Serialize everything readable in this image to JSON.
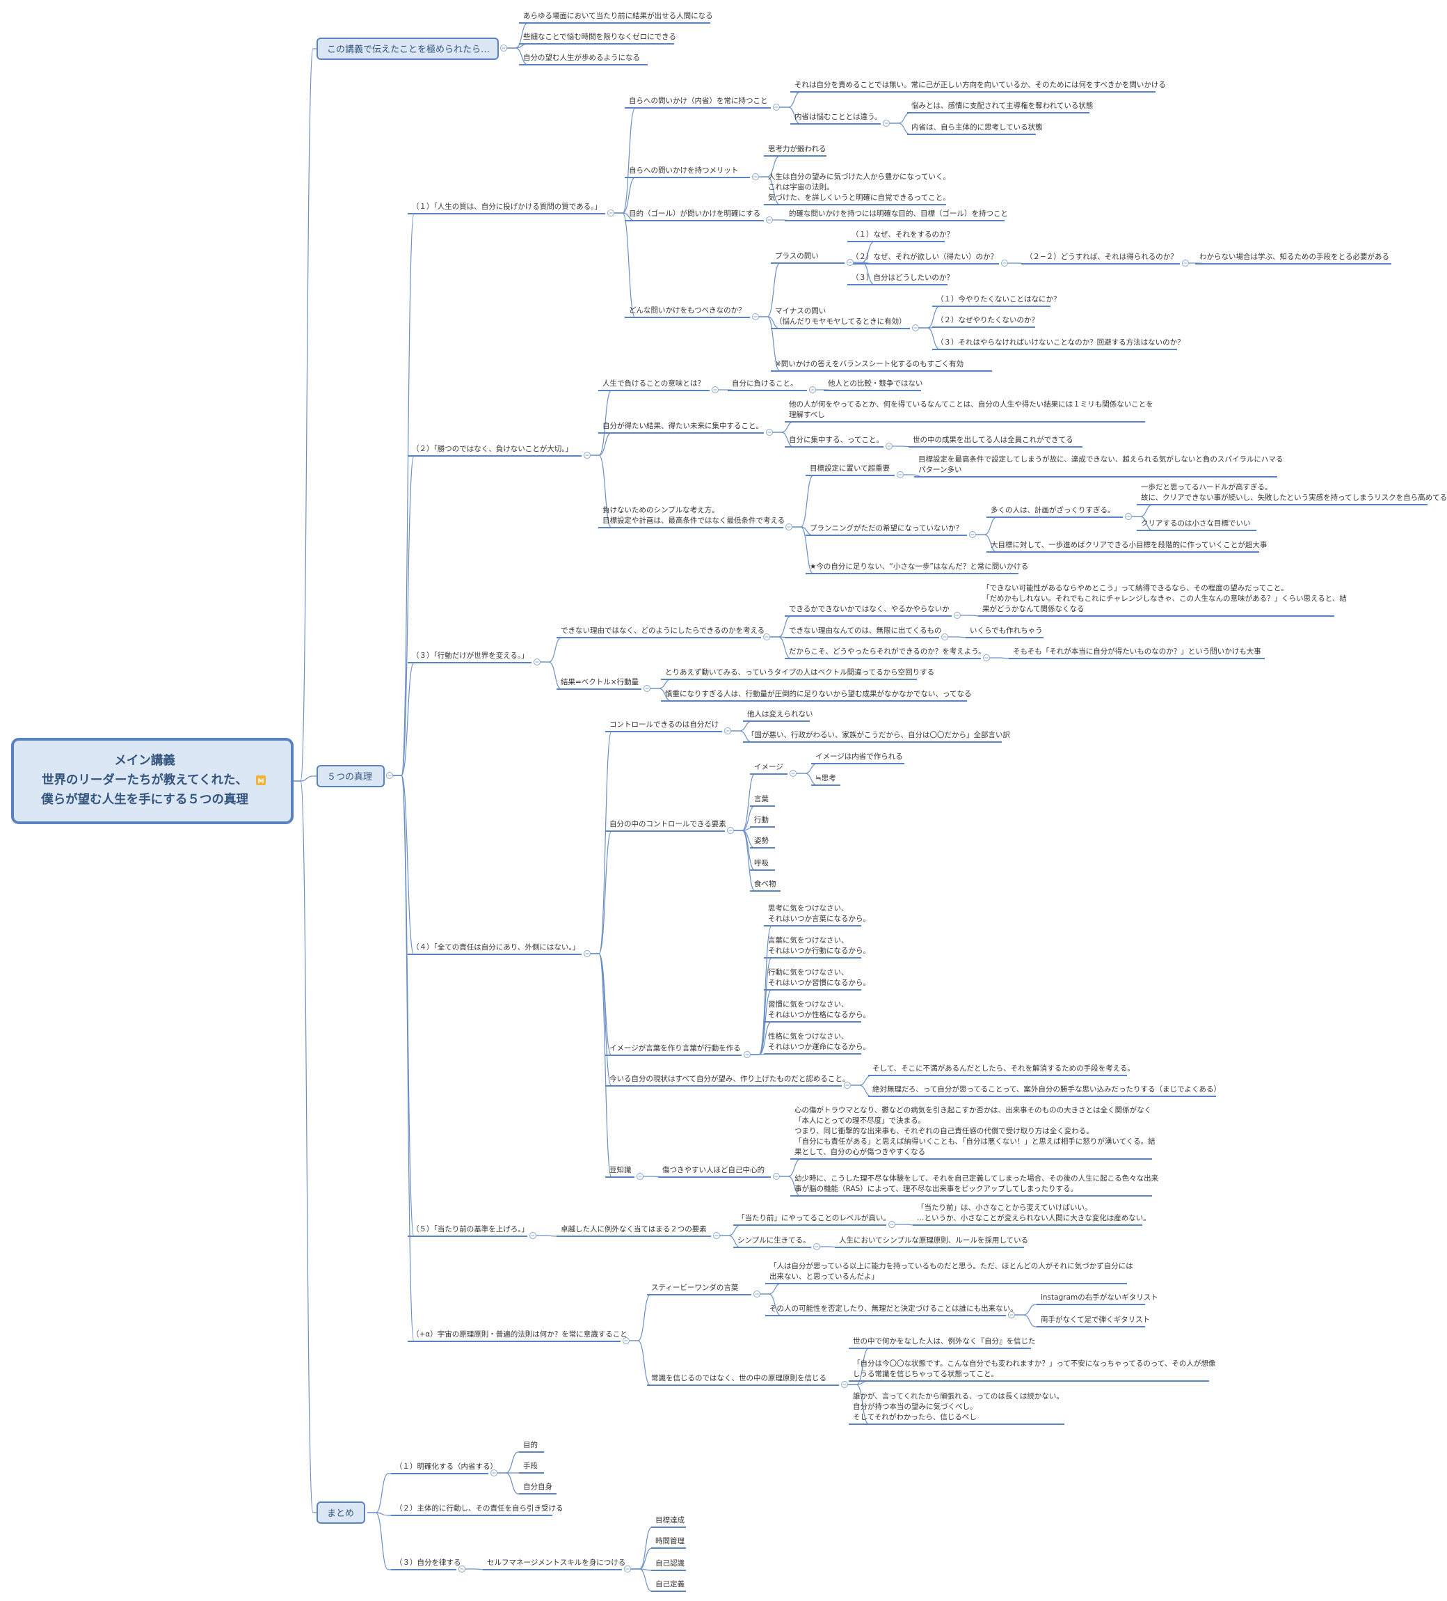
{
  "root": {
    "lines": [
      "メイン講義",
      "世界のリーダーたちが教えてくれた、",
      "僕らが望む人生を手にする５つの真理"
    ],
    "badge": "M"
  },
  "main": {
    "goal": "この講義で伝えたことを極められたら…",
    "truths": "５つの真理",
    "summary": "まとめ"
  },
  "goal_items": [
    "あらゆる場面において当たり前に結果が出せる人間になる",
    "些細なことで悩む時間を限りなくゼロにできる",
    "自分の望む人生が歩めるようになる"
  ],
  "truth1": {
    "title": "（１）「人生の質は、自分に投げかける質問の質である。」",
    "a": "自らへの問いかけ（内省）を常に持つこと",
    "a1": "それは自分を責めることでは無い。常に己が正しい方向を向いているか、そのためには何をすべきかを問いかける",
    "a2": "内省は悩むこととは違う。",
    "a2a": "悩みとは、感情に支配されて主導権を奪われている状態",
    "a2b": "内省は、自ら主体的に思考している状態",
    "b": "自らへの問いかけを持つメリット",
    "b1": "思考力が鍛われる",
    "b2": [
      "人生は自分の望みに気づけた人から豊かになっていく。",
      "これは宇宙の法則。",
      "気づけた、を詳しくいうと明確に自覚できるってこと。"
    ],
    "c": "目的（ゴール）が問いかけを明確にする",
    "c1": "的確な問いかけを持つには明確な目的、目標（ゴール）を持つこと",
    "d": "どんな問いかけをもつべきなのか？",
    "d1": "プラスの問い",
    "d1a": "（１）なぜ、それをするのか？",
    "d1b": "（２）なぜ、それが欲しい（得たい）のか？",
    "d1b1": "（２−２）どうすれば、それは得られるのか？",
    "d1b2": "わからない場合は学ぶ、知るための手段をとる必要がある",
    "d1c": "（３）自分はどうしたいのか？",
    "d2": [
      "マイナスの問い",
      "（悩んだりモヤモヤしてるときに有効）"
    ],
    "d2a": "（１）今やりたくないことはなにか？",
    "d2b": "（２）なぜやりたくないのか？",
    "d2c": "（３）それはやらなければいけないことなのか？回避する方法はないのか？",
    "d3": "※問いかけの答えをバランスシート化するのもすごく有効"
  },
  "truth2": {
    "title": "（２）「勝つのではなく、負けないことが大切。」",
    "a": "人生で負けることの意味とは？",
    "a1": "自分に負けること。",
    "a2": "他人との比較・競争ではない",
    "b": "自分が得たい結果、得たい未来に集中すること。",
    "b1": [
      "他の人が何をやってるとか、何を得ているなんてことは、自分の人生や得たい結果には１ミリも関係ないことを",
      "理解すべし"
    ],
    "b2": "自分に集中する、ってこと。",
    "b2a": "世の中の成果を出してる人は全員これができてる",
    "c": [
      "負けないためのシンプルな考え方。",
      "目標設定や計画は、最高条件ではなく最低条件で考える"
    ],
    "c1": "目標設定に置いて超重要",
    "c1a": [
      "目標設定を最高条件で設定してしまうが故に、達成できない、超えられる気がしないと負のスパイラルにハマる",
      "パターン多い"
    ],
    "c2": "プランニングがただの希望になっていないか？",
    "c2a": "多くの人は、計画がざっくりすぎる。",
    "c2a1": [
      "一歩だと思ってるハードルが高すぎる。",
      "故に、クリアできない事が続いし、失敗したという実感を持ってしまうリスクを自ら高めてる"
    ],
    "c2a2": "クリアするのは小さな目標でいい",
    "c2b": "大目標に対して、一歩進めばクリアできる小目標を段階的に作っていくことが超大事",
    "c3": "★今の自分に足りない、“小さな一歩”はなんだ？と常に問いかける"
  },
  "truth3": {
    "title": "（３）「行動だけが世界を変える。」",
    "a": "できない理由ではなく、どのようにしたらできるのかを考える",
    "a1": "できるかできないかではなく、やるかやらないか",
    "a1a": [
      "「できない可能性があるならやめとこう」って納得できるなら、その程度の望みだってこと。",
      "「だめかもしれない。それでもこれにチャレンジしなきゃ、この人生なんの意味がある？」くらい思えると、結",
      "果がどうかなんて関係なくなる"
    ],
    "a2": "できない理由なんてのは、無限に出てくるもの",
    "a2a": "いくらでも作れちゃう",
    "a3": "だからこそ、どうやったらそれができるのか？を考えよう。",
    "a3a": "そもそも「それが本当に自分が得たいものなのか？」という問いかけも大事",
    "b": "結果=ベクトル×行動量",
    "b1": "とりあえず動いてみる、っていうタイプの人はベクトル間違ってるから空回りする",
    "b2": "慎重になりすぎる人は、行動量が圧倒的に足りないから望む成果がなかなかでない、ってなる"
  },
  "truth4": {
    "title": "（４）「全ての責任は自分にあり、外側にはない。」",
    "a": "コントロールできるのは自分だけ",
    "a1": "他人は変えられない",
    "a2": "「国が悪い、行政がわるい、家族がこうだから、自分は〇〇だから」全部言い訳",
    "b": "自分の中のコントロールできる要素",
    "b1": "イメージ",
    "b1a": "イメージは内省で作られる",
    "b1b": "≒思考",
    "b2": "言葉",
    "b3": "行動",
    "b4": "姿勢",
    "b5": "呼吸",
    "b6": "食べ物",
    "c": "イメージが言葉を作り言葉が行動を作る",
    "c1": [
      "思考に気をつけなさい、",
      "それはいつか言葉になるから。"
    ],
    "c2": [
      "言葉に気をつけなさい、",
      "それはいつか行動になるから。"
    ],
    "c3": [
      "行動に気をつけなさい、",
      "それはいつか習慣になるから。"
    ],
    "c4": [
      "習慣に気をつけなさい、",
      "それはいつか性格になるから。"
    ],
    "c5": [
      "性格に気をつけなさい、",
      "それはいつか運命になるから。"
    ],
    "d": "今いる自分の現状はすべて自分が望み、作り上げたものだと認めること。",
    "d1": "そして、そこに不満があるんだとしたら、それを解消するための手段を考える。",
    "d2": "絶対無理だろ、って自分が思ってることって、案外自分の勝手な思い込みだったりする（まじでよくある）",
    "e": "豆知識",
    "e1": "傷つきやすい人ほど自己中心的",
    "e1a": [
      "心の傷がトラウマとなり、鬱などの病気を引き起こすか否かは、出来事そのものの大きさとは全く関係がなく",
      "「本人にとっての理不尽度」で決まる。",
      "つまり、同じ衝撃的な出来事も、それぞれの自己責任感の代償で受け取り方は全く変わる。",
      "「自分にも責任がある」と思えば納得いくことも、「自分は悪くない！」と思えば相手に怒りが湧いてくる。結",
      "果として、自分の心が傷つきやすくなる"
    ],
    "e1b": [
      "幼少時に、こうした理不尽な体験をして、それを自己定義してしまった場合、その後の人生に起こる色々な出来",
      "事が脳の機能（RAS）によって、理不尽な出来事をピックアップしてしまったりする。"
    ]
  },
  "truth5": {
    "title": "（５）「当たり前の基準を上げろ。」",
    "a": "卓越した人に例外なく当てはまる２つの要素",
    "a1": "「当たり前」にやってることのレベルが高い。",
    "a1a": [
      "「当たり前」は、小さなことから変えていけばいい。",
      "…というか、小さなことが変えられない人間に大きな変化は産めない。"
    ],
    "a2": "シンプルに生きてる。",
    "a2a": "人生においてシンプルな原理原則、ルールを採用している"
  },
  "truth6": {
    "title": "（+α）宇宙の原理原則・普遍的法則は何か？を常に意識すること",
    "a": "スティービーワンダの言葉",
    "a1": [
      "「人は自分が思っている以上に能力を持っているものだと思う。ただ、ほとんどの人がそれに気づかず自分には",
      "出来ない、と思っているんだよ」"
    ],
    "a2": "その人の可能性を否定したり、無理だと決定づけることは誰にも出来ない。",
    "a2a": "instagramの右手がないギタリスト",
    "a2b": "両手がなくて足で弾くギタリスト",
    "b": "常識を信じるのではなく、世の中の原理原則を信じる",
    "b1": "世の中で何かをなした人は、例外なく『自分』を信じた",
    "b2": [
      "「自分は今〇〇な状態です。こんな自分でも変われますか？」って不安になっちゃってるのって、その人が想像",
      "しうる常識を信じちゃってる状態ってこと。"
    ],
    "b3": [
      "誰かが、言ってくれたから頑張れる、ってのは長くは続かない。",
      "自分が持つ本当の望みに気づくべし。",
      "そしてそれがわかったら、信じるべし"
    ]
  },
  "summary": {
    "a": "（１）明確化する（内省する）",
    "a1": "目的",
    "a2": "手段",
    "a3": "自分自身",
    "b": "（２）主体的に行動し、その責任を自ら引き受ける",
    "c": "（３）自分を律する",
    "c1": "セルフマネージメントスキルを身につける",
    "c1a": "目標達成",
    "c1b": "時間管理",
    "c1c": "自己認識",
    "c1d": "自己定義"
  }
}
